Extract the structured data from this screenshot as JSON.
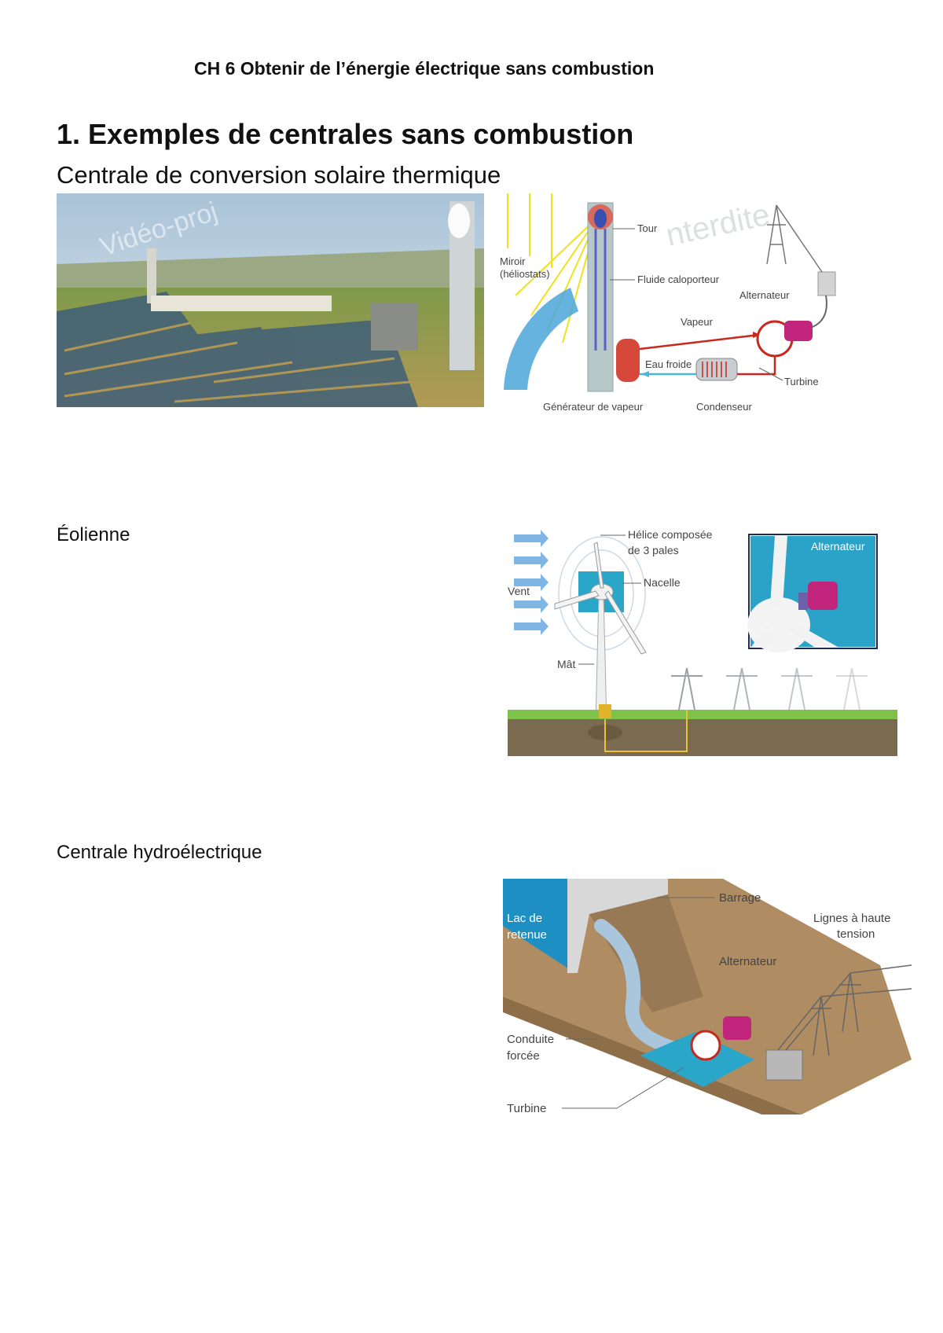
{
  "header": {
    "title": "CH 6 Obtenir de l’énergie électrique sans combustion"
  },
  "section1": {
    "heading": "1. Exemples de centrales sans combustion",
    "subheading": "Centrale de conversion solaire thermique",
    "photo_watermark": "Vidéo-proj",
    "diagram": {
      "watermark": "nterdite",
      "labels": {
        "tour": "Tour",
        "miroir1": "Miroir",
        "miroir2": "(héliostats)",
        "fluide": "Fluide caloporteur",
        "alternateur": "Alternateur",
        "vapeur": "Vapeur",
        "eau_froide": "Eau froide",
        "turbine": "Turbine",
        "generateur": "Générateur de vapeur",
        "condenseur": "Condenseur"
      }
    }
  },
  "section_eolienne": {
    "title": "Éolienne",
    "diagram": {
      "helice1": "Hélice composée",
      "helice2": "de 3 pales",
      "nacelle": "Nacelle",
      "vent": "Vent",
      "mat": "Mât",
      "alternateur": "Alternateur"
    }
  },
  "section_hydro": {
    "title": "Centrale hydroélectrique",
    "diagram": {
      "barrage": "Barrage",
      "lignes1": "Lignes à haute",
      "lignes2": "tension",
      "lac1": "Lac de",
      "lac2": "retenue",
      "alternateur": "Alternateur",
      "conduite1": "Conduite",
      "conduite2": "forcée",
      "turbine": "Turbine"
    }
  }
}
